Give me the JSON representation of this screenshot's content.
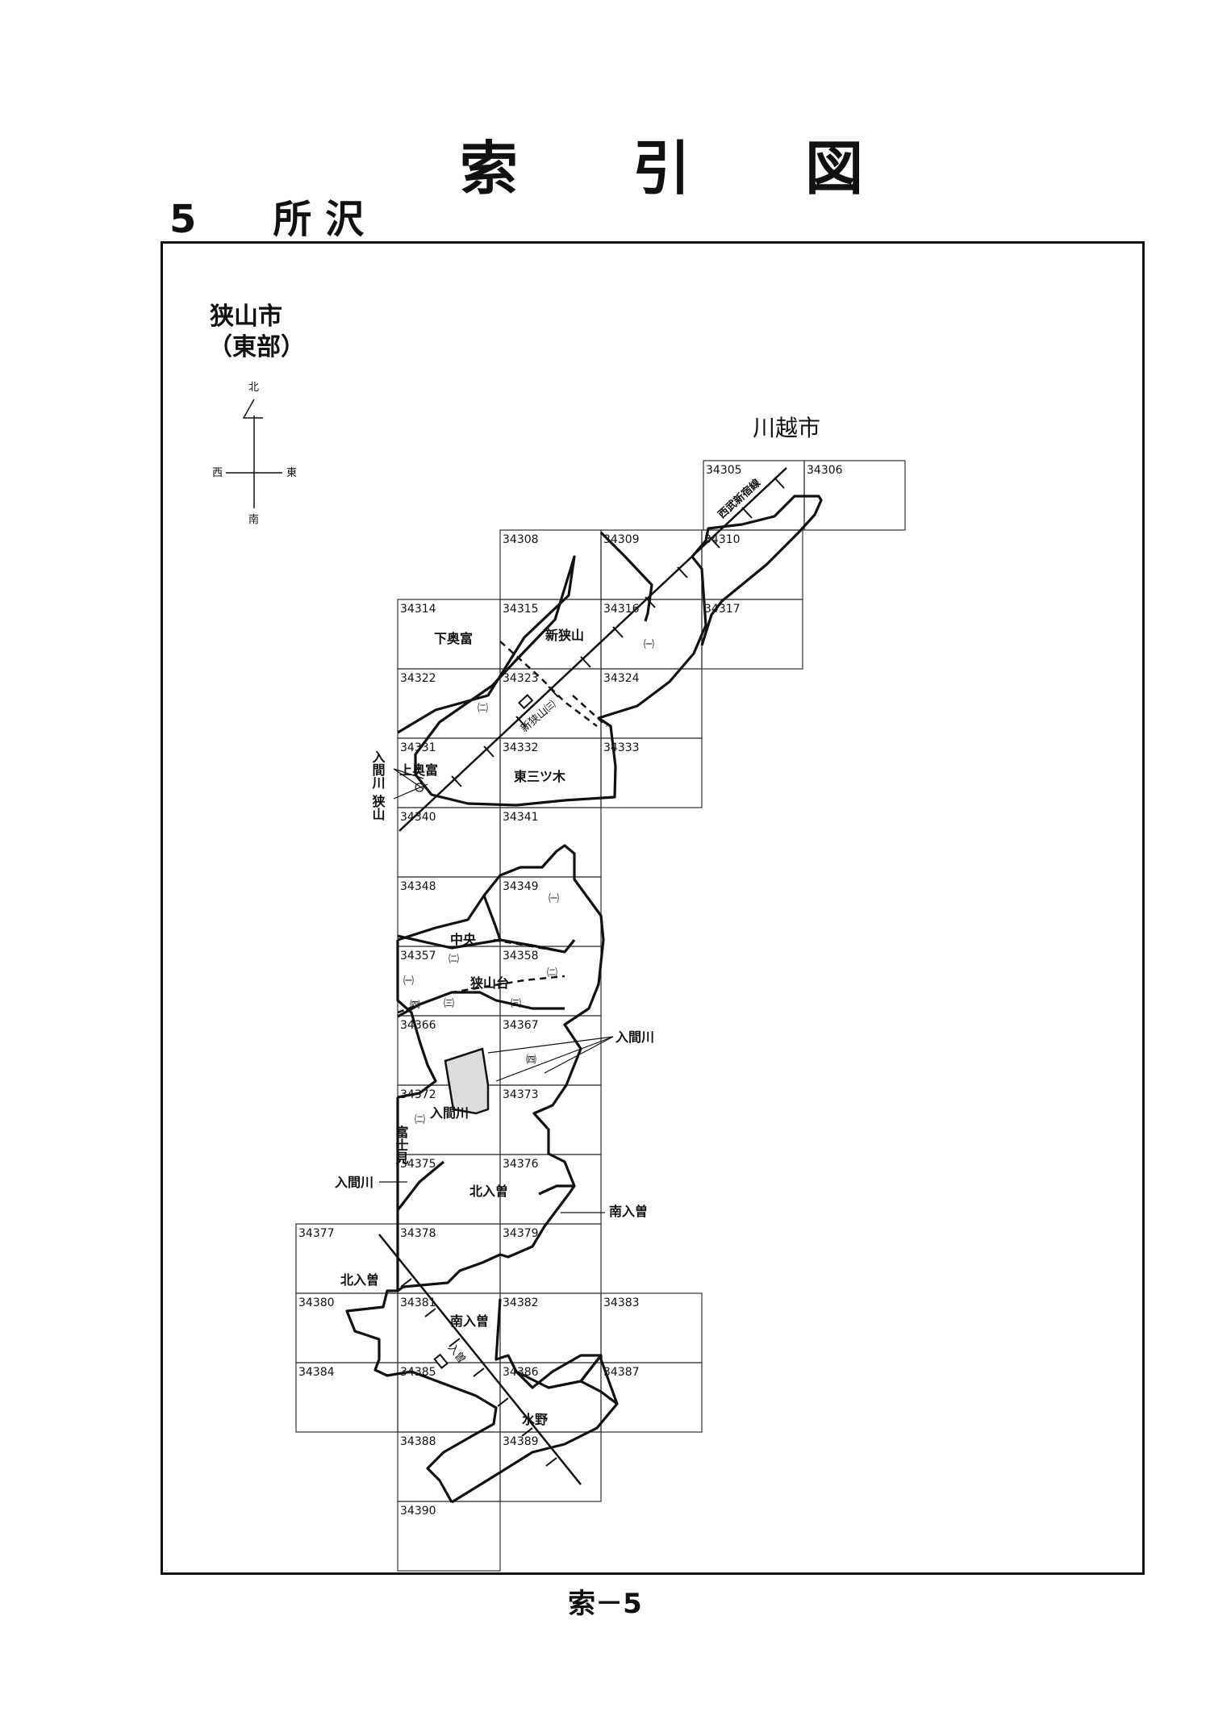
{
  "header": {
    "title_chars": [
      "索",
      "引",
      "図"
    ],
    "section_number": "5",
    "section_name": "所 沢"
  },
  "map": {
    "city_title": "狭山市",
    "city_subtitle": "（東部）",
    "neighbor_city": "川越市",
    "compass": {
      "north": "北",
      "south": "南",
      "east": "東",
      "west": "西"
    },
    "sheets": [
      "34305",
      "34306",
      "34308",
      "34309",
      "34310",
      "34314",
      "34315",
      "34316",
      "34317",
      "34322",
      "34323",
      "34324",
      "34331",
      "34332",
      "34333",
      "34340",
      "34341",
      "34348",
      "34349",
      "34357",
      "34358",
      "34366",
      "34367",
      "34372",
      "34373",
      "34375",
      "34376",
      "34377",
      "34378",
      "34379",
      "34380",
      "34381",
      "34382",
      "34383",
      "34384",
      "34385",
      "34386",
      "34387",
      "34388",
      "34389",
      "34390"
    ],
    "area_labels": {
      "shimo_okutomi": "下奥富",
      "shin_sayama": "新狭山",
      "ichi_a": "㈠",
      "ni_a": "㈡",
      "shin_sayama_san": "新狭山㈢",
      "kami_okutomi": "上奥富",
      "higashi_mitsugi": "東三ツ木",
      "ichi_b": "㈠",
      "chuo": "中央",
      "ni_b": "㈡",
      "ichi_c": "㈠",
      "sayamadai": "狭山台",
      "ni_c": "㈡",
      "yon_a": "㈣",
      "san_a": "㈢",
      "san_b": "㈢",
      "yon_b": "㈣",
      "fujimi": "富士見",
      "ni_d": "㈡",
      "iruma_gawa_a": "入間川",
      "kita_iriso_a": "北入曽",
      "minami_iriso_a": "南入曽",
      "kita_iriso_b": "北入曽",
      "minami_iriso_b": "南入曽",
      "mizuno": "水野"
    },
    "callouts": {
      "iruma_gawa_left": "入間川",
      "sayama_left": "狭山",
      "iruma_gawa_right": "入間川",
      "iruma_gawa_mid": "入間川",
      "minami_iriso": "南入曽"
    },
    "rail_labels": {
      "seibu_shinjuku": "西武新宿線",
      "station_iriso": "入曽"
    }
  },
  "footer": {
    "page_number": "索－5"
  }
}
